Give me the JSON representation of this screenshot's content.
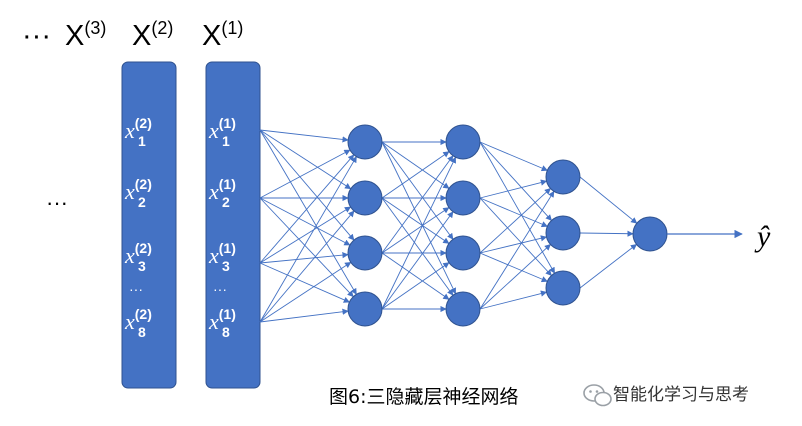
{
  "headers": {
    "dots": "···",
    "x3": {
      "base": "X",
      "sup": "(3)"
    },
    "x2": {
      "base": "X",
      "sup": "(2)"
    },
    "x1": {
      "base": "X",
      "sup": "(1)"
    }
  },
  "left_dots": "···",
  "column2": {
    "items": [
      {
        "base": "x",
        "sup": "(2)",
        "sub": "1"
      },
      {
        "base": "x",
        "sup": "(2)",
        "sub": "2"
      },
      {
        "base": "x",
        "sup": "(2)",
        "sub": "3"
      },
      {
        "base": "x",
        "sup": "(2)",
        "sub": "8"
      }
    ],
    "ellipsis": "···"
  },
  "column1": {
    "items": [
      {
        "base": "x",
        "sup": "(1)",
        "sub": "1"
      },
      {
        "base": "x",
        "sup": "(1)",
        "sub": "2"
      },
      {
        "base": "x",
        "sup": "(1)",
        "sub": "3"
      },
      {
        "base": "x",
        "sup": "(1)",
        "sub": "8"
      }
    ],
    "ellipsis": "···"
  },
  "network": {
    "layer_sizes": [
      4,
      4,
      3,
      1
    ],
    "colors": {
      "node": "#4472c4",
      "node_stroke": "#2f528f",
      "edge": "#4472c4",
      "column": "#4472c4"
    }
  },
  "output_label": "ŷ",
  "caption": "图6:三隐藏层神经网络",
  "watermark": "智能化学习与思考"
}
